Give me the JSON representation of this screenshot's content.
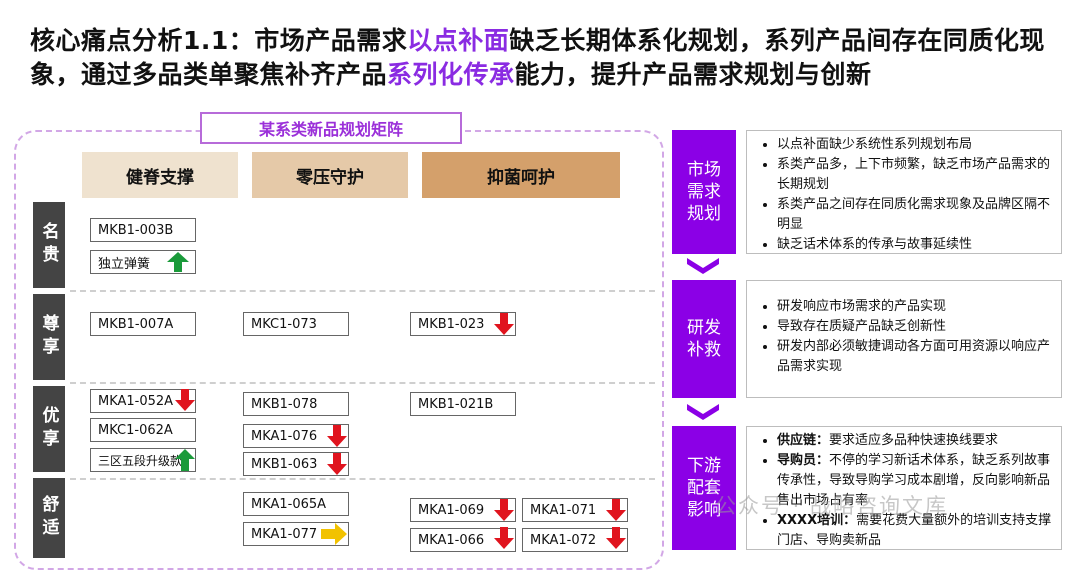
{
  "title": {
    "p1": "核心痛点分析1.1：市场产品需求",
    "h1": "以点补面",
    "p2": "缺乏长期体系化规划，系列产品间存在同质化现象，通过多品类单聚焦补齐产品",
    "h2": "系列化传承",
    "p3": "能力，提升产品需求规划与创新"
  },
  "matrix": {
    "title": "某系类新品规划矩阵",
    "columns": [
      "健脊支撑",
      "零压守护",
      "抑菌呵护"
    ],
    "column_colors": [
      "#efe2cf",
      "#e5c9a8",
      "#d4a06b"
    ],
    "rows": [
      "名贵",
      "尊享",
      "优享",
      "舒适"
    ],
    "cells": {
      "c_003b": "MKB1-003B",
      "c_spring": "独立弹簧",
      "c_007a": "MKB1-007A",
      "c_073": "MKC1-073",
      "c_023": "MKB1-023",
      "c_052a": "MKA1-052A",
      "c_062a": "MKC1-062A",
      "c_zone": "三区五段升级款",
      "c_078": "MKB1-078",
      "c_076": "MKA1-076",
      "c_063": "MKB1-063",
      "c_021b": "MKB1-021B",
      "c_065a": "MKA1-065A",
      "c_077": "MKA1-077",
      "c_069": "MKA1-069",
      "c_071": "MKA1-071",
      "c_066": "MKA1-066",
      "c_072": "MKA1-072"
    },
    "arrow_colors": {
      "up": "#1a9a3a",
      "down": "#e0141e",
      "right": "#f2c200"
    }
  },
  "side": {
    "s1": {
      "label": [
        "市场",
        "需求",
        "规划"
      ],
      "bullets": [
        "以点补面缺少系统性系列规划布局",
        "系类产品多，上下市频繁，缺乏市场产品需求的长期规划",
        "系类产品之间存在同质化需求现象及品牌区隔不明显",
        "缺乏话术体系的传承与故事延续性"
      ]
    },
    "s2": {
      "label": [
        "研发",
        "补救"
      ],
      "bullets": [
        "研发响应市场需求的产品实现",
        "导致存在质疑产品缺乏创新性",
        "研发内部必须敏捷调动各方面可用资源以响应产品需求实现"
      ]
    },
    "s3": {
      "label": [
        "下游",
        "配套",
        "影响"
      ],
      "bullets": [
        {
          "b": "供应链：",
          "t": "要求适应多品种快速换线要求"
        },
        {
          "b": "导购员：",
          "t": "不停的学习新话术体系，缺乏系列故事传承性，导致导购学习成本剧增，反向影响新品售出市场占有率"
        },
        {
          "b": "XXXX培训：",
          "t": "需要花费大量额外的培训支持支撑门店、导购卖新品"
        }
      ]
    },
    "accent": "#8b00e6"
  },
  "watermark": "公众号 · 战略咨询文库"
}
